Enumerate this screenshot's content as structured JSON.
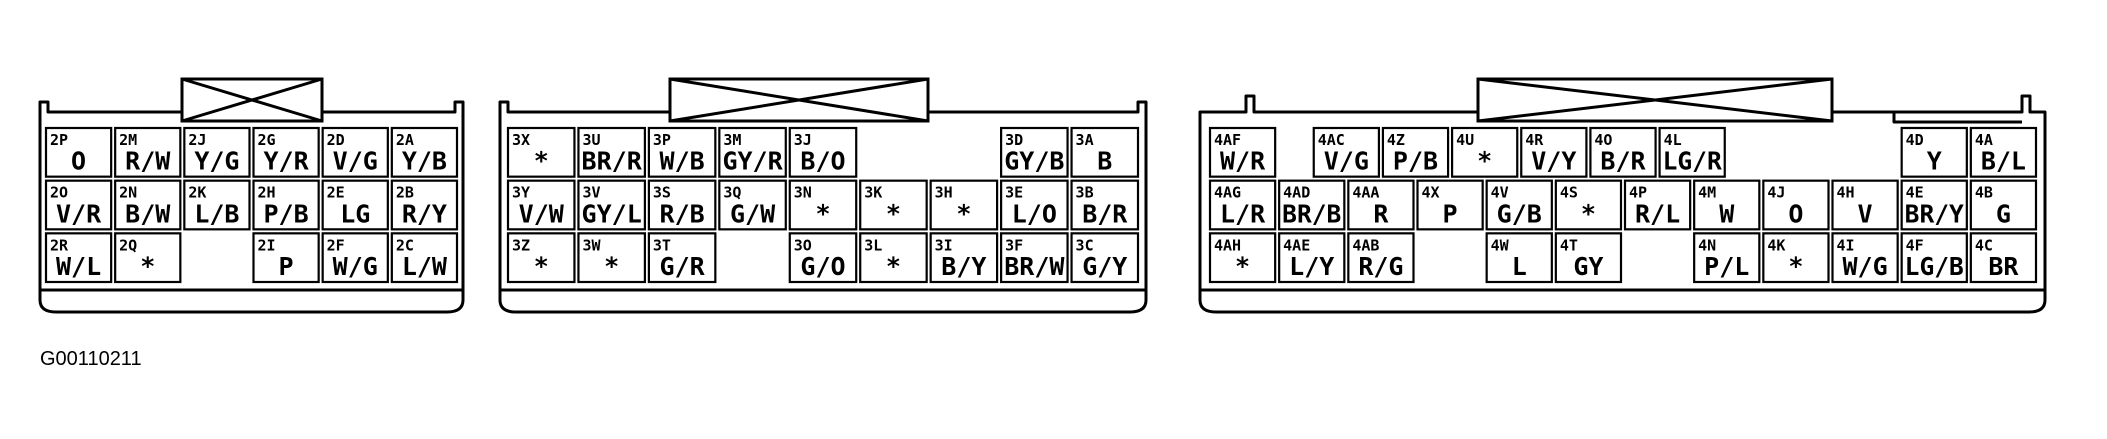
{
  "figure_id": "G00110211",
  "connectors": [
    {
      "name": "connector-2",
      "columns": 6,
      "rows": 3,
      "cavities": [
        {
          "pin": "2P",
          "wire": "O",
          "r": 0,
          "c": 0
        },
        {
          "pin": "2M",
          "wire": "R/W",
          "r": 0,
          "c": 1
        },
        {
          "pin": "2J",
          "wire": "Y/G",
          "r": 0,
          "c": 2
        },
        {
          "pin": "2G",
          "wire": "Y/R",
          "r": 0,
          "c": 3
        },
        {
          "pin": "2D",
          "wire": "V/G",
          "r": 0,
          "c": 4
        },
        {
          "pin": "2A",
          "wire": "Y/B",
          "r": 0,
          "c": 5
        },
        {
          "pin": "2O",
          "wire": "V/R",
          "r": 1,
          "c": 0
        },
        {
          "pin": "2N",
          "wire": "B/W",
          "r": 1,
          "c": 1
        },
        {
          "pin": "2K",
          "wire": "L/B",
          "r": 1,
          "c": 2
        },
        {
          "pin": "2H",
          "wire": "P/B",
          "r": 1,
          "c": 3
        },
        {
          "pin": "2E",
          "wire": "LG",
          "r": 1,
          "c": 4
        },
        {
          "pin": "2B",
          "wire": "R/Y",
          "r": 1,
          "c": 5
        },
        {
          "pin": "2R",
          "wire": "W/L",
          "r": 2,
          "c": 0
        },
        {
          "pin": "2Q",
          "wire": "*",
          "r": 2,
          "c": 1
        },
        {
          "pin": "2I",
          "wire": "P",
          "r": 2,
          "c": 3
        },
        {
          "pin": "2F",
          "wire": "W/G",
          "r": 2,
          "c": 4
        },
        {
          "pin": "2C",
          "wire": "L/W",
          "r": 2,
          "c": 5
        }
      ]
    },
    {
      "name": "connector-3",
      "columns": 9,
      "rows": 3,
      "cavities": [
        {
          "pin": "3X",
          "wire": "*",
          "r": 0,
          "c": 0
        },
        {
          "pin": "3U",
          "wire": "BR/R",
          "r": 0,
          "c": 1
        },
        {
          "pin": "3P",
          "wire": "W/B",
          "r": 0,
          "c": 2
        },
        {
          "pin": "3M",
          "wire": "GY/R",
          "r": 0,
          "c": 3
        },
        {
          "pin": "3J",
          "wire": "B/O",
          "r": 0,
          "c": 4
        },
        {
          "pin": "3D",
          "wire": "GY/B",
          "r": 0,
          "c": 7
        },
        {
          "pin": "3A",
          "wire": "B",
          "r": 0,
          "c": 8
        },
        {
          "pin": "3Y",
          "wire": "V/W",
          "r": 1,
          "c": 0
        },
        {
          "pin": "3V",
          "wire": "GY/L",
          "r": 1,
          "c": 1
        },
        {
          "pin": "3S",
          "wire": "R/B",
          "r": 1,
          "c": 2
        },
        {
          "pin": "3Q",
          "wire": "G/W",
          "r": 1,
          "c": 3
        },
        {
          "pin": "3N",
          "wire": "*",
          "r": 1,
          "c": 4
        },
        {
          "pin": "3K",
          "wire": "*",
          "r": 1,
          "c": 5
        },
        {
          "pin": "3H",
          "wire": "*",
          "r": 1,
          "c": 6
        },
        {
          "pin": "3E",
          "wire": "L/O",
          "r": 1,
          "c": 7
        },
        {
          "pin": "3B",
          "wire": "B/R",
          "r": 1,
          "c": 8
        },
        {
          "pin": "3Z",
          "wire": "*",
          "r": 2,
          "c": 0
        },
        {
          "pin": "3W",
          "wire": "*",
          "r": 2,
          "c": 1
        },
        {
          "pin": "3T",
          "wire": "G/R",
          "r": 2,
          "c": 2
        },
        {
          "pin": "3O",
          "wire": "G/O",
          "r": 2,
          "c": 4
        },
        {
          "pin": "3L",
          "wire": "*",
          "r": 2,
          "c": 5
        },
        {
          "pin": "3I",
          "wire": "B/Y",
          "r": 2,
          "c": 6
        },
        {
          "pin": "3F",
          "wire": "BR/W",
          "r": 2,
          "c": 7
        },
        {
          "pin": "3C",
          "wire": "G/Y",
          "r": 2,
          "c": 8
        }
      ]
    },
    {
      "name": "connector-4",
      "columns": 12,
      "rows": 3,
      "cavities": [
        {
          "pin": "4AF",
          "wire": "W/R",
          "r": 0,
          "c": 0
        },
        {
          "pin": "4AC",
          "wire": "V/G",
          "r": 0,
          "c": 1.5
        },
        {
          "pin": "4Z",
          "wire": "P/B",
          "r": 0,
          "c": 2.5
        },
        {
          "pin": "4U",
          "wire": "*",
          "r": 0,
          "c": 3.5
        },
        {
          "pin": "4R",
          "wire": "V/Y",
          "r": 0,
          "c": 4.5
        },
        {
          "pin": "4O",
          "wire": "B/R",
          "r": 0,
          "c": 5.5
        },
        {
          "pin": "4L",
          "wire": "LG/R",
          "r": 0,
          "c": 6.5
        },
        {
          "pin": "4D",
          "wire": "Y",
          "r": 0,
          "c": 10
        },
        {
          "pin": "4A",
          "wire": "B/L",
          "r": 0,
          "c": 11
        },
        {
          "pin": "4AG",
          "wire": "L/R",
          "r": 1,
          "c": 0
        },
        {
          "pin": "4AD",
          "wire": "BR/B",
          "r": 1,
          "c": 1
        },
        {
          "pin": "4AA",
          "wire": "R",
          "r": 1,
          "c": 2
        },
        {
          "pin": "4X",
          "wire": "P",
          "r": 1,
          "c": 3
        },
        {
          "pin": "4V",
          "wire": "G/B",
          "r": 1,
          "c": 4
        },
        {
          "pin": "4S",
          "wire": "*",
          "r": 1,
          "c": 5
        },
        {
          "pin": "4P",
          "wire": "R/L",
          "r": 1,
          "c": 6
        },
        {
          "pin": "4M",
          "wire": "W",
          "r": 1,
          "c": 7
        },
        {
          "pin": "4J",
          "wire": "O",
          "r": 1,
          "c": 8
        },
        {
          "pin": "4H",
          "wire": "V",
          "r": 1,
          "c": 9
        },
        {
          "pin": "4E",
          "wire": "BR/Y",
          "r": 1,
          "c": 10
        },
        {
          "pin": "4B",
          "wire": "G",
          "r": 1,
          "c": 11
        },
        {
          "pin": "4AH",
          "wire": "*",
          "r": 2,
          "c": 0
        },
        {
          "pin": "4AE",
          "wire": "L/Y",
          "r": 2,
          "c": 1
        },
        {
          "pin": "4AB",
          "wire": "R/G",
          "r": 2,
          "c": 2
        },
        {
          "pin": "4W",
          "wire": "L",
          "r": 2,
          "c": 4
        },
        {
          "pin": "4T",
          "wire": "GY",
          "r": 2,
          "c": 5
        },
        {
          "pin": "4N",
          "wire": "P/L",
          "r": 2,
          "c": 7
        },
        {
          "pin": "4K",
          "wire": "*",
          "r": 2,
          "c": 8
        },
        {
          "pin": "4I",
          "wire": "W/G",
          "r": 2,
          "c": 9
        },
        {
          "pin": "4F",
          "wire": "LG/B",
          "r": 2,
          "c": 10
        },
        {
          "pin": "4C",
          "wire": "BR",
          "r": 2,
          "c": 11
        }
      ]
    }
  ]
}
